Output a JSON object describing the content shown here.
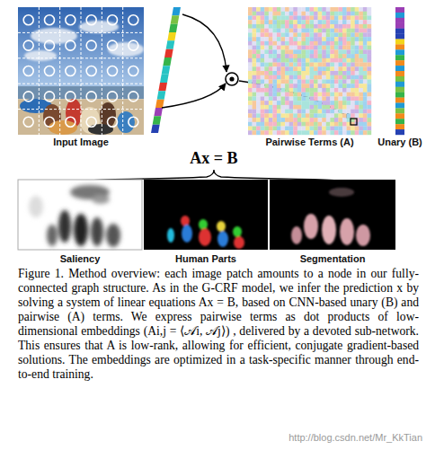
{
  "diagram": {
    "caption": "Figure 1. Method overview: each image patch amounts to a node in our fully-connected graph structure. As in the G-CRF model, we infer the prediction x by solving a system of linear equations Ax = B, based on CNN-based unary (B) and pairwise (A) terms. We express pairwise terms as dot products of low-dimensional embeddings (Ai,j = ⟨𝒜i, 𝒜j⟩) , delivered by a devoted sub-network. This ensures that A is low-rank, allowing for efficient, conjugate gradient-based solutions. The embeddings are optimized in a task-specific manner through end-to-end training.",
    "nodes": [
      {
        "text": [
          "Input Image"
        ]
      },
      {
        "text": [
          "Pairwise Terms (A)"
        ]
      },
      {
        "text": [
          "Unary (B)"
        ]
      },
      {
        "text": [
          "Saliency"
        ]
      },
      {
        "text": [
          "Human Parts"
        ]
      },
      {
        "text": [
          "Segmentation"
        ]
      }
    ],
    "labels": [
      "Ax = B",
      "http://blog.csdn.net/Mr_KkTian"
    ]
  }
}
